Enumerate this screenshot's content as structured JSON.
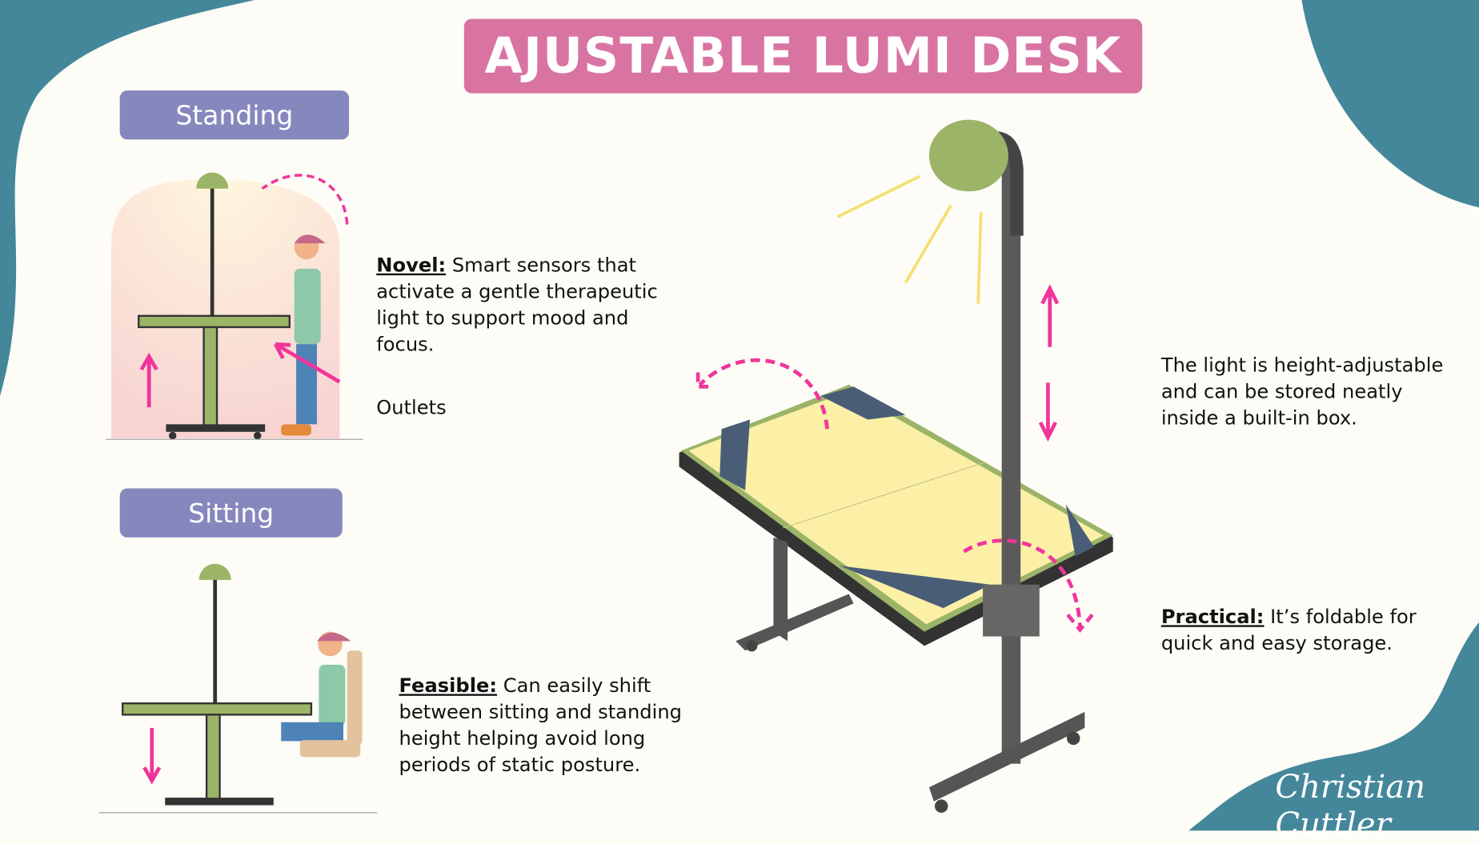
{
  "title": "AJUSTABLE LUMI DESK",
  "labels": {
    "standing": "Standing",
    "sitting": "Sitting"
  },
  "notes": {
    "novel": {
      "label": "Novel:",
      "text": "Smart sensors that activate a gentle therapeutic light to support mood and focus."
    },
    "outlets": "Outlets",
    "feasible": {
      "label": "Feasible:",
      "text": "Can easily shift between sitting and standing height helping avoid long periods of static posture."
    },
    "light": "The light is height-adjustable and can be stored neatly inside a built-in box.",
    "practical": {
      "label": "Practical:",
      "text": "It’s foldable for quick and easy storage."
    }
  },
  "signature": "Christian Cuttler",
  "colors": {
    "teal": "#44879a",
    "pink": "#d974a2",
    "pill": "#8587bd",
    "arrow": "#f0359b",
    "desk_top": "#fbf0a6",
    "lamp": "#9cb468",
    "background": "#fdfcf6"
  }
}
